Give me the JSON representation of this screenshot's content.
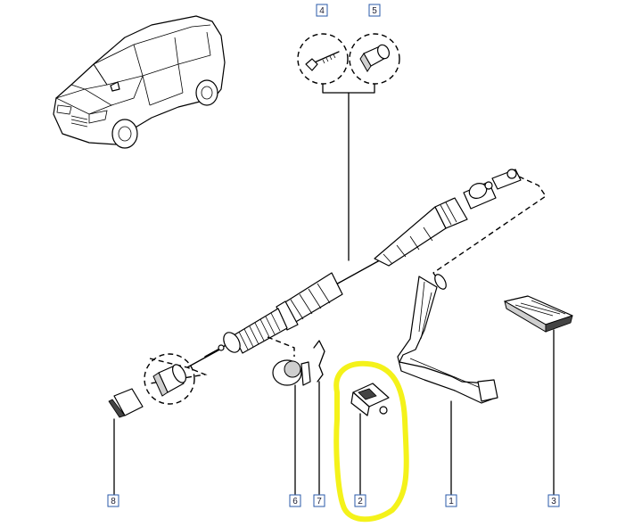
{
  "diagram": {
    "callouts": [
      {
        "id": "callout-4",
        "label": "4"
      },
      {
        "id": "callout-5",
        "label": "5"
      },
      {
        "id": "callout-8",
        "label": "8"
      },
      {
        "id": "callout-6",
        "label": "6"
      },
      {
        "id": "callout-7",
        "label": "7"
      },
      {
        "id": "callout-2",
        "label": "2"
      },
      {
        "id": "callout-1",
        "label": "1"
      },
      {
        "id": "callout-3",
        "label": "3"
      }
    ],
    "highlight_color": "#f4f21a",
    "callout_box_color": "#2a5aa8"
  }
}
